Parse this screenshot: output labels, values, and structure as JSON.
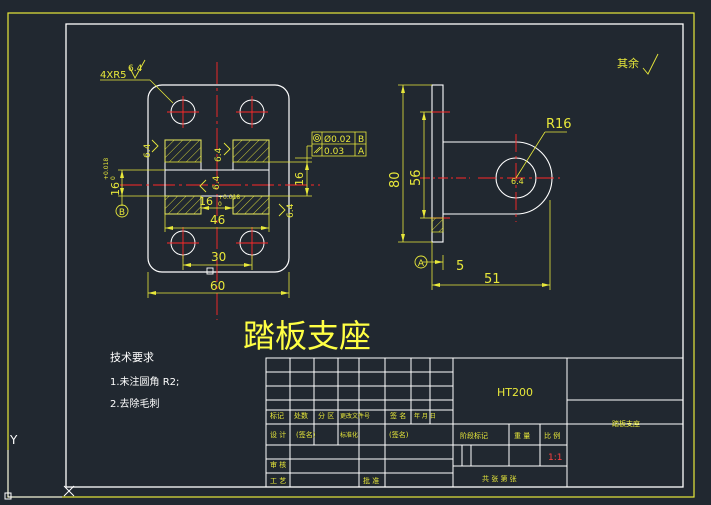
{
  "title": "踏板支座",
  "finish_note": "其余",
  "left_view": {
    "hole_note": "4XR5",
    "roughness_a": "6.4",
    "roughness_b": "6.4",
    "roughness_c": "6.4",
    "roughness_d": "6.4",
    "roughness_e": "6.4",
    "dim_16_left": "16",
    "tol_left_upper": "+0.018",
    "tol_left_lower": "0",
    "dim_16_center": "16",
    "tol_center_upper": "+0.018",
    "tol_center_lower": "0",
    "dim_46": "46",
    "dim_30": "30",
    "dim_60": "60",
    "dim_16_right": "16",
    "datum_b": "B",
    "gdt_row1_value": "Ø0.02",
    "gdt_row1_datum": "B",
    "gdt_row2_value": "0.03",
    "gdt_row2_datum": "A"
  },
  "right_view": {
    "radius": "R16",
    "dim_80": "80",
    "dim_56": "56",
    "dim_5": "5",
    "dim_51": "51",
    "datum_a": "A"
  },
  "tech_req": {
    "heading": "技术要求",
    "item1": "1.未注圆角 R2;",
    "item2": "2.去除毛刺"
  },
  "title_block": {
    "material": "HT200",
    "part_name": "踏板支座",
    "scale": "1:1",
    "row_labels": [
      "标记",
      "处数",
      "分 区",
      "更改文件号",
      "签 名",
      "年 月 日"
    ],
    "design": "设 计",
    "std_label": "(签名)",
    "standardize": "标准化",
    "std_label2": "(签名)",
    "stage": "阶段标记",
    "weight": "重 量",
    "ratio": "比 例",
    "review": "审 核",
    "process": "工 艺",
    "approve": "批 准",
    "sheet": "共  张 第  张"
  },
  "ucs": {
    "y_label": "Y",
    "x_label": "X"
  }
}
